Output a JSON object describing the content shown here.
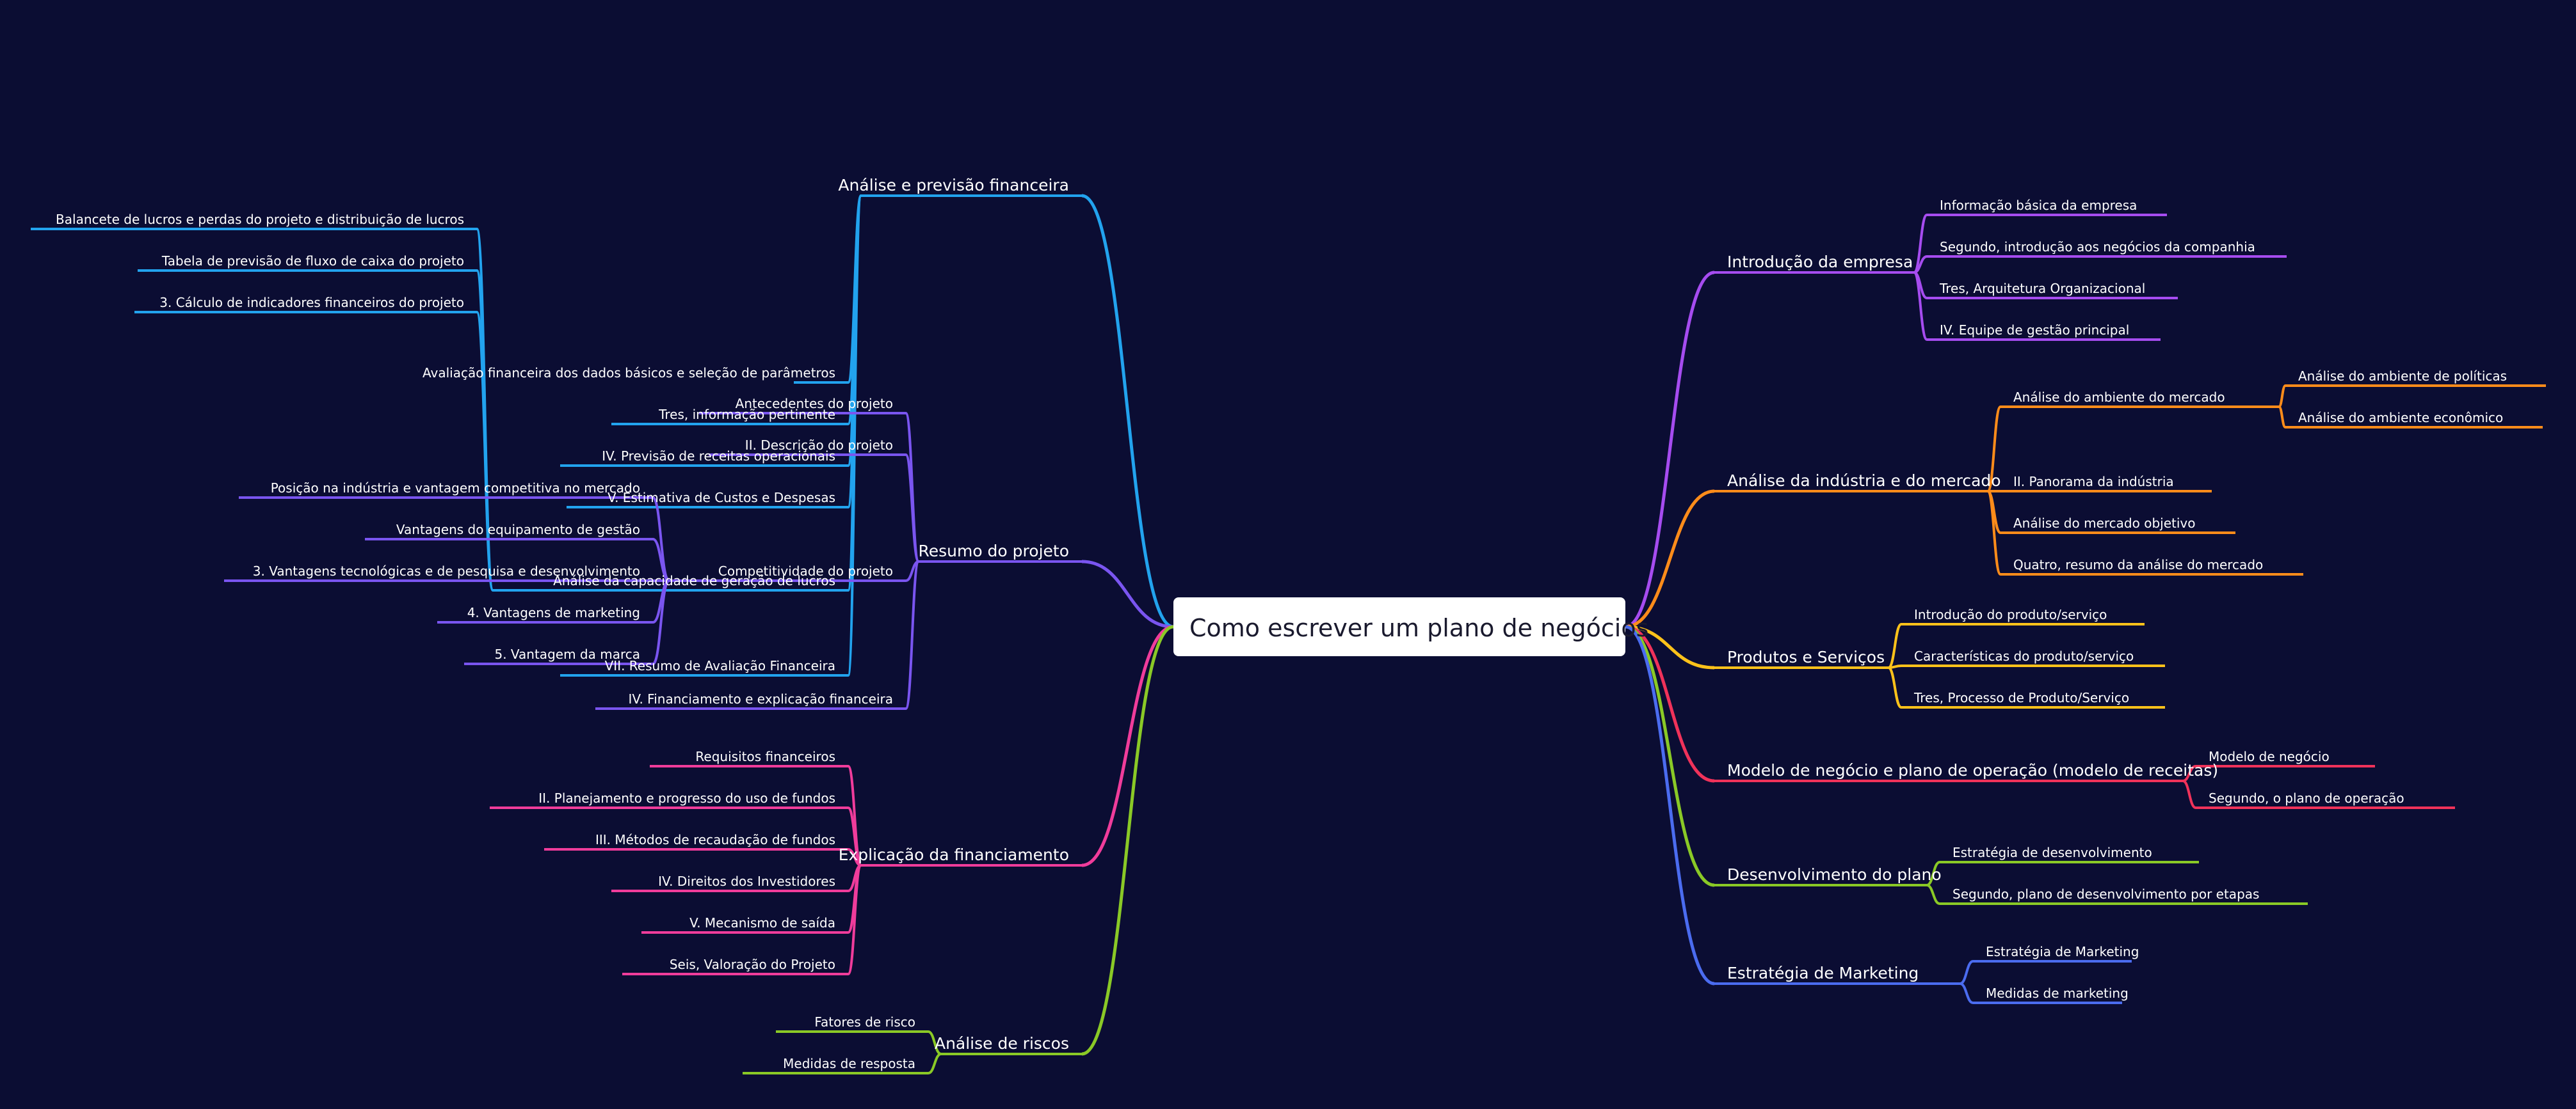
{
  "root": "Como escrever um plano de negócios",
  "branches": {
    "fin": {
      "label": "Análise e previsão financeira",
      "color": "#22a3ee",
      "items": [
        "Avaliação financeira dos dados básicos e seleção de parâmetros",
        "Tres, informação pertinente",
        "IV. Previsão de receitas operacionais",
        "V. Estimativa de Custos e Despesas",
        "Análise da capacidade de geração de lucros",
        "VII. Resumo de Avaliação Financeira"
      ],
      "sub": [
        "Balancete de lucros e perdas do projeto e distribuição de lucros",
        "Tabela de previsão de fluxo de caixa do projeto",
        "3. Cálculo de indicadores financeiros do projeto"
      ]
    },
    "res": {
      "label": "Resumo do projeto",
      "color": "#7a55f0",
      "items": [
        "Antecedentes do projeto",
        "II. Descrição do projeto",
        "Competitividade do projeto",
        "IV. Financiamento e explicação financeira"
      ],
      "sub": [
        "Posição na indústria e vantagem competitiva no mercado",
        "Vantagens do equipamento de gestão",
        "3. Vantagens tecnológicas e de pesquisa e desenvolvimento",
        "4. Vantagens de marketing",
        "5. Vantagem da marca"
      ]
    },
    "fund": {
      "label": "Explicação da financiamento",
      "color": "#f03c9b",
      "items": [
        "Requisitos financeiros",
        "II. Planejamento e progresso do uso de fundos",
        "III. Métodos de recaudação de fundos",
        "IV. Direitos dos Investidores",
        "V. Mecanismo de saída",
        "Seis, Valoração do Projeto"
      ]
    },
    "risk": {
      "label": "Análise de riscos",
      "color": "#8ac926",
      "items": [
        "Fatores de risco",
        "Medidas de resposta"
      ]
    },
    "intro": {
      "label": "Introdução da empresa",
      "color": "#a64cf0",
      "items": [
        "Informação básica da empresa",
        "Segundo, introdução aos negócios da companhia",
        "Tres, Arquitetura Organizacional",
        "IV. Equipe de gestão principal"
      ]
    },
    "ind": {
      "label": "Análise da indústria e do mercado",
      "color": "#ff8c1a",
      "items": [
        "Análise do ambiente do mercado",
        "II. Panorama da indústria",
        "Análise do mercado objetivo",
        "Quatro, resumo da análise do mercado"
      ],
      "sub": [
        "Análise do ambiente de políticas",
        "Análise do ambiente econômico"
      ]
    },
    "prod": {
      "label": "Produtos e Serviços",
      "color": "#ffc21a",
      "items": [
        "Introdução do produto/serviço",
        "Características do produto/serviço",
        "Tres, Processo de Produto/Serviço"
      ]
    },
    "model": {
      "label": "Modelo de negócio e plano de operação (modelo de receitas)",
      "color": "#f0325a",
      "items": [
        "Modelo de negócio",
        "Segundo, o plano de operação"
      ]
    },
    "dev": {
      "label": "Desenvolvimento do plano",
      "color": "#8ac926",
      "items": [
        "Estratégia de desenvolvimento",
        "Segundo, plano de desenvolvimento por etapas"
      ]
    },
    "mkt": {
      "label": "Estratégia de Marketing",
      "color": "#4b6cf0",
      "items": [
        "Estratégia de Marketing",
        "Medidas de marketing"
      ]
    }
  }
}
